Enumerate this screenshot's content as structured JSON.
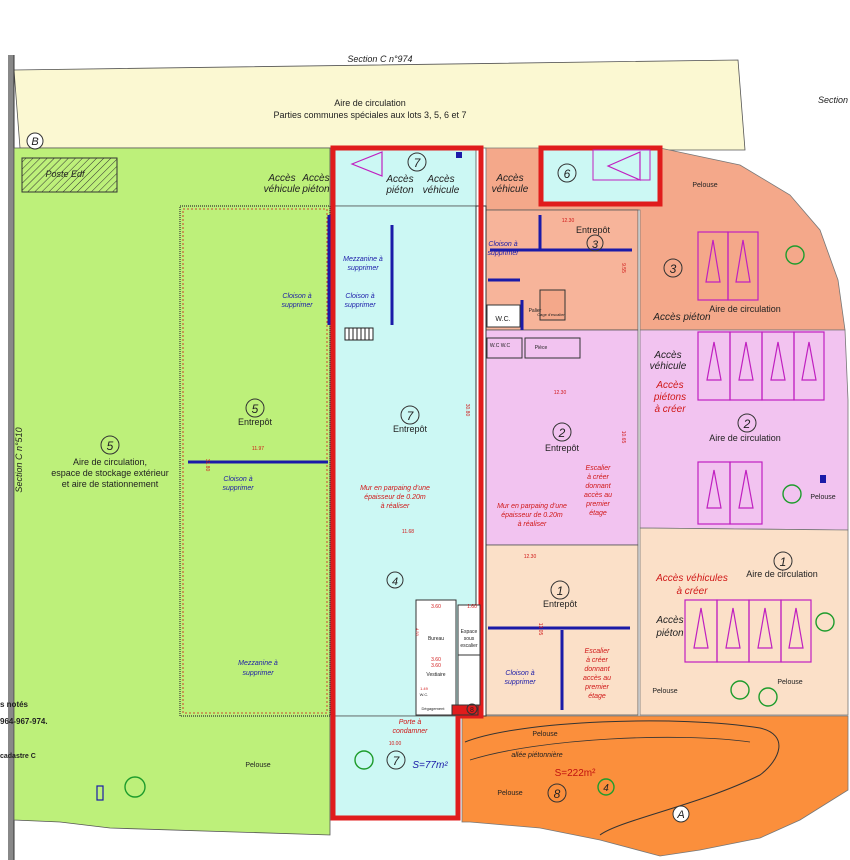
{
  "section_top": "Section C n°974",
  "section_right": "Section",
  "section_left": "Section C n°510",
  "circ_top": {
    "line1": "Aire de circulation",
    "line2": "Parties communes spéciales aux lots 3, 5, 6 et 7"
  },
  "poste": "Poste Edf",
  "markers": {
    "b": "B",
    "a": "A"
  },
  "acces": {
    "vehicule": "Accès",
    "vehicule2": "véhicule",
    "pieton": "Accès",
    "pieton2": "piéton"
  },
  "acces_pieton_inline": "Accès piéton",
  "lot_numbers": [
    "1",
    "2",
    "3",
    "4",
    "5",
    "6",
    "7",
    "8"
  ],
  "entrepot": "Entrepôt",
  "aire_circ": "Aire de circulation",
  "pelouse": "Pelouse",
  "lot5_area": {
    "line1": "Aire de circulation,",
    "line2": "espace de stockage extérieur",
    "line3": "et aire de stationnement"
  },
  "mezzanine": {
    "line1": "Mezzanine à",
    "line2": "supprimer"
  },
  "cloison": {
    "line1": "Cloison à",
    "line2": "supprimer"
  },
  "mur": {
    "line1": "Mur en parpaing d'une",
    "line2": "épaisseur de 0.20m",
    "line3": "à réaliser"
  },
  "escalier": {
    "line1": "Escalier",
    "line2": "à créer",
    "line3": "donnant",
    "line4": "accès au",
    "line5": "premier",
    "line6": "étage"
  },
  "acces_vehicule_creer": {
    "line1": "Accès véhicules",
    "line2": "à créer"
  },
  "acces_pietons_creer": {
    "line1": "Accès",
    "line2": "piétons",
    "line3": "à créer"
  },
  "porte": {
    "line1": "Porte à",
    "line2": "condamner"
  },
  "allee": "allée piétonnière",
  "surface7": "S=77m²",
  "surface8": "S=222m²",
  "rooms": {
    "wc": "W.C.",
    "wcwc": "W.C  W.C",
    "piece": "Pièce",
    "palier": "Palier",
    "cage": "Cage d'escalier",
    "bureau": "Bureau",
    "vestiaire": "Vestiaire",
    "espace1": "Espace",
    "espace2": "sous",
    "espace3": "escalier",
    "degagement": "Dégagement",
    "wc_small": "W.C."
  },
  "dims": {
    "d1": "12.30",
    "d2": "9.55",
    "d3": "12.30",
    "d4": "10.65",
    "d5": "12.30",
    "d6": "11.97",
    "d7": "31.80",
    "d8": "30.80",
    "d9": "11.68",
    "d10": "3.60",
    "d11": "1.60",
    "d12": "3.60",
    "d13": "3.60",
    "d14": "10.00",
    "d15": "13.05",
    "d16": "1.49",
    "d17": "4.53"
  },
  "left_edge": {
    "line1": "s notés",
    "line2": "964-967-974.",
    "line3": "cadastre C"
  }
}
